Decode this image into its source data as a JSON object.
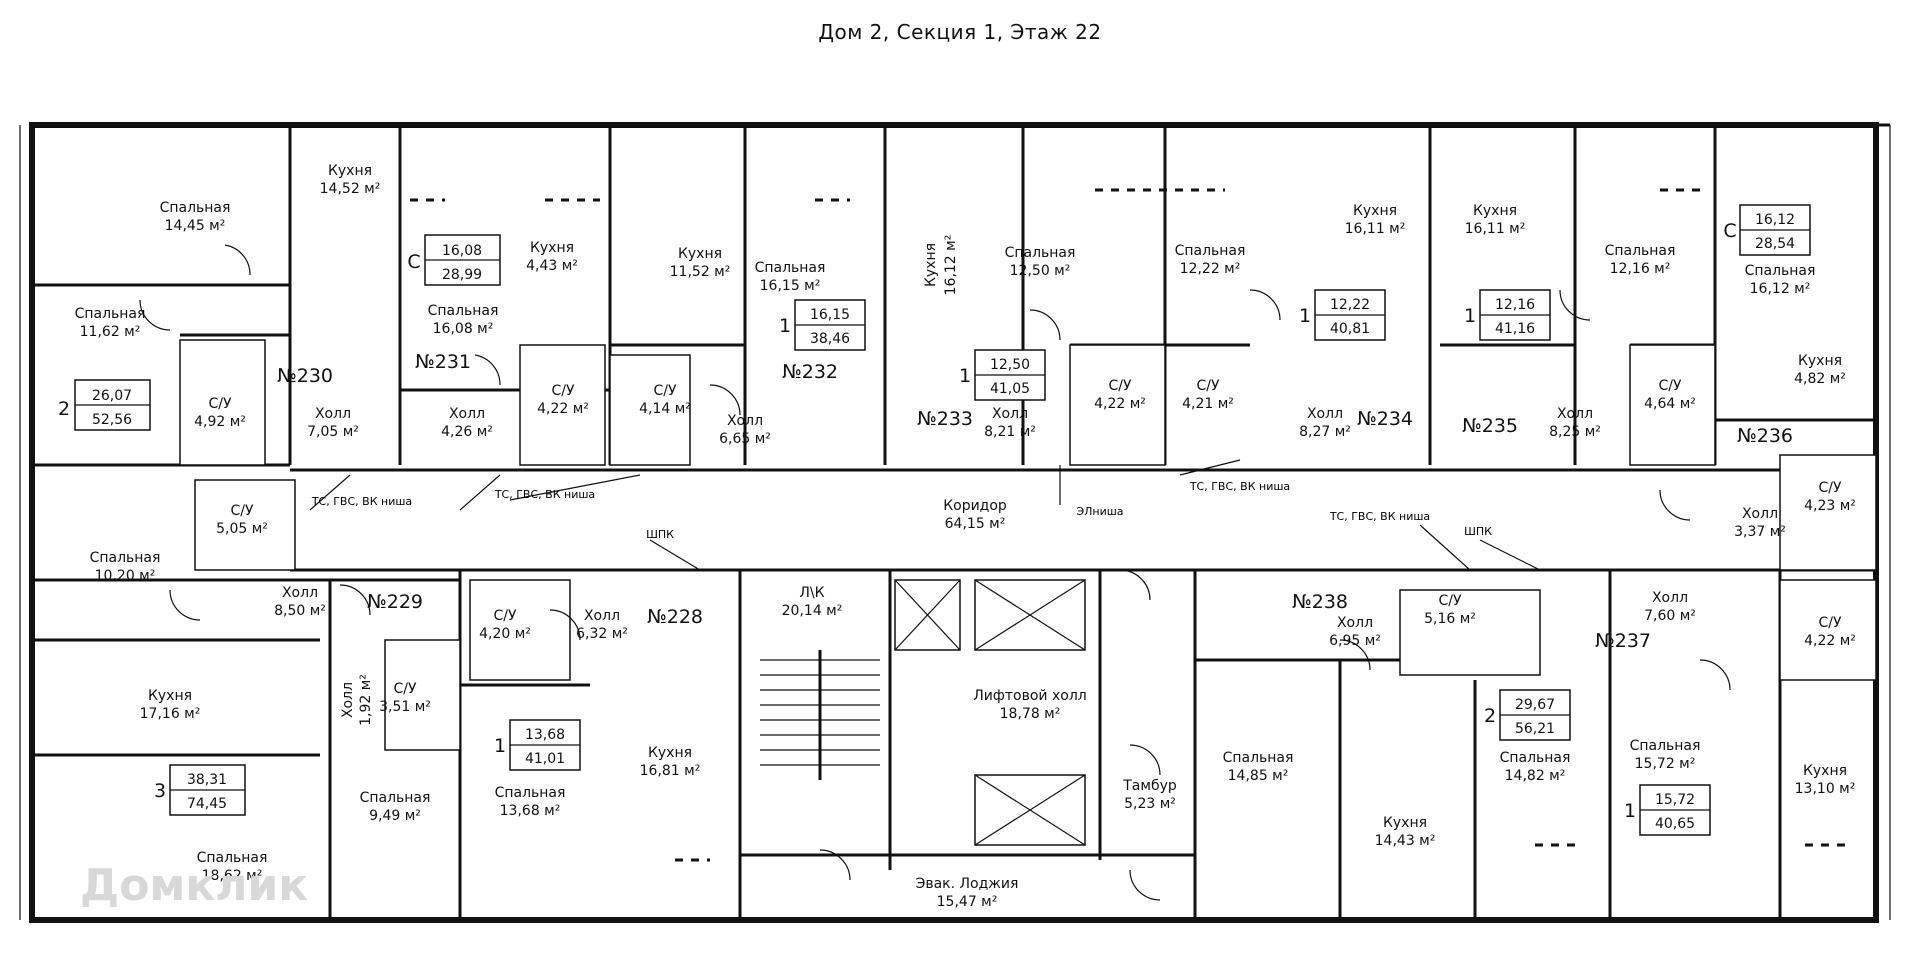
{
  "title": "Дом 2, Секция 1, Этаж 22",
  "watermark": "Домклик",
  "rooms": [
    {
      "id": "r1",
      "name": "Кухня",
      "area": "14,52 м²"
    },
    {
      "id": "r2",
      "name": "Спальная",
      "area": "14,45 м²"
    },
    {
      "id": "r3",
      "name": "Спальная",
      "area": "11,62 м²"
    },
    {
      "id": "r4",
      "name": "С/У",
      "area": "4,92 м²"
    },
    {
      "id": "r5",
      "name": "Холл",
      "area": "7,05 м²"
    },
    {
      "id": "r6",
      "name": "Кухня",
      "area": "4,43 м²"
    },
    {
      "id": "r7",
      "name": "Спальная",
      "area": "16,08 м²"
    },
    {
      "id": "r8",
      "name": "С/У",
      "area": "4,22 м²"
    },
    {
      "id": "r9",
      "name": "Холл",
      "area": "4,26 м²"
    },
    {
      "id": "r10",
      "name": "Кухня",
      "area": "11,52 м²"
    },
    {
      "id": "r11",
      "name": "Спальная",
      "area": "16,15 м²"
    },
    {
      "id": "r12",
      "name": "С/У",
      "area": "4,14 м²"
    },
    {
      "id": "r13",
      "name": "Холл",
      "area": "6,65 м²"
    },
    {
      "id": "r14",
      "name": "Кухня",
      "area": "16,12 м²"
    },
    {
      "id": "r15",
      "name": "Спальная",
      "area": "12,50 м²"
    },
    {
      "id": "r16",
      "name": "Холл",
      "area": "8,21 м²"
    },
    {
      "id": "r17",
      "name": "С/У",
      "area": "4,22 м²"
    },
    {
      "id": "r18",
      "name": "Спальная",
      "area": "12,22 м²"
    },
    {
      "id": "r19",
      "name": "С/У",
      "area": "4,21 м²"
    },
    {
      "id": "r20",
      "name": "Кухня",
      "area": "16,11 м²"
    },
    {
      "id": "r21",
      "name": "Холл",
      "area": "8,27 м²"
    },
    {
      "id": "r22",
      "name": "Кухня",
      "area": "16,11 м²"
    },
    {
      "id": "r23",
      "name": "Холл",
      "area": "8,25 м²"
    },
    {
      "id": "r24",
      "name": "Спальная",
      "area": "12,16 м²"
    },
    {
      "id": "r25",
      "name": "С/У",
      "area": "4,64 м²"
    },
    {
      "id": "r26",
      "name": "Спальная",
      "area": "16,12 м²"
    },
    {
      "id": "r27",
      "name": "Кухня",
      "area": "4,82 м²"
    },
    {
      "id": "r28",
      "name": "С/У",
      "area": "4,23 м²"
    },
    {
      "id": "r29",
      "name": "Холл",
      "area": "3,37 м²"
    },
    {
      "id": "r30",
      "name": "Спальная",
      "area": "10,20 м²"
    },
    {
      "id": "r31",
      "name": "С/У",
      "area": "5,05 м²"
    },
    {
      "id": "r32",
      "name": "Холл",
      "area": "8,50 м²"
    },
    {
      "id": "r33",
      "name": "Кухня",
      "area": "17,16 м²"
    },
    {
      "id": "r34",
      "name": "С/У",
      "area": "3,51 м²"
    },
    {
      "id": "r35",
      "name": "Спальная",
      "area": "9,49 м²"
    },
    {
      "id": "r36",
      "name": "Спальная",
      "area": "18,62 м²"
    },
    {
      "id": "r37",
      "name": "С/У",
      "area": "4,20 м²"
    },
    {
      "id": "r38",
      "name": "Холл",
      "area": "6,32 м²"
    },
    {
      "id": "r39",
      "name": "Спальная",
      "area": "13,68 м²"
    },
    {
      "id": "r40",
      "name": "Кухня",
      "area": "16,81 м²"
    },
    {
      "id": "r41",
      "name": "Л\\К",
      "area": "20,14 м²"
    },
    {
      "id": "r42",
      "name": "Лифтовой холл",
      "area": "18,78 м²"
    },
    {
      "id": "r43",
      "name": "Тамбур",
      "area": "5,23 м²"
    },
    {
      "id": "r44",
      "name": "Эвак. Лоджия",
      "area": "15,47 м²"
    },
    {
      "id": "r45",
      "name": "Коридор",
      "area": "64,15 м²"
    },
    {
      "id": "r46",
      "name": "Холл",
      "area": "6,95 м²"
    },
    {
      "id": "r47",
      "name": "С/У",
      "area": "5,16 м²"
    },
    {
      "id": "r48",
      "name": "Спальная",
      "area": "14,85 м²"
    },
    {
      "id": "r49",
      "name": "Кухня",
      "area": "14,43 м²"
    },
    {
      "id": "r50",
      "name": "Спальная",
      "area": "14,82 м²"
    },
    {
      "id": "r51",
      "name": "Холл",
      "area": "7,60 м²"
    },
    {
      "id": "r52",
      "name": "С/У",
      "area": "4,22 м²"
    },
    {
      "id": "r53",
      "name": "Спальная",
      "area": "15,72 м²"
    },
    {
      "id": "r54",
      "name": "Кухня",
      "area": "13,10 м²"
    },
    {
      "id": "r55",
      "name": "Холл",
      "area": "1,92 м²"
    }
  ],
  "apartments": [
    {
      "num": "№230",
      "rooms": "2",
      "living": "26,07",
      "total": "52,56"
    },
    {
      "num": "№231",
      "rooms": "С",
      "living": "16,08",
      "total": "28,99"
    },
    {
      "num": "№232",
      "rooms": "1",
      "living": "16,15",
      "total": "38,46"
    },
    {
      "num": "№233",
      "rooms": "1",
      "living": "12,50",
      "total": "41,05"
    },
    {
      "num": "№234",
      "rooms": "1",
      "living": "12,22",
      "total": "40,81"
    },
    {
      "num": "№235",
      "rooms": "1",
      "living": "12,16",
      "total": "41,16"
    },
    {
      "num": "№236",
      "rooms": "С",
      "living": "16,12",
      "total": "28,54"
    },
    {
      "num": "№229",
      "rooms": "3",
      "living": "38,31",
      "total": "74,45"
    },
    {
      "num": "№228",
      "rooms": "1",
      "living": "13,68",
      "total": "41,01"
    },
    {
      "num": "№238",
      "rooms": "2",
      "living": "29,67",
      "total": "56,21"
    },
    {
      "num": "№237",
      "rooms": "1",
      "living": "15,72",
      "total": "40,65"
    }
  ],
  "notes": [
    {
      "id": "n1",
      "text": "ТС, ГВС, ВК ниша"
    },
    {
      "id": "n2",
      "text": "ТС, ГВС, ВК ниша"
    },
    {
      "id": "n3",
      "text": "ТС, ГВС, ВК ниша"
    },
    {
      "id": "n4",
      "text": "ТС, ГВС, ВК ниша"
    },
    {
      "id": "n5",
      "text": "ЭЛниша"
    },
    {
      "id": "n6",
      "text": "ШПК"
    },
    {
      "id": "n7",
      "text": "ШПК"
    }
  ]
}
